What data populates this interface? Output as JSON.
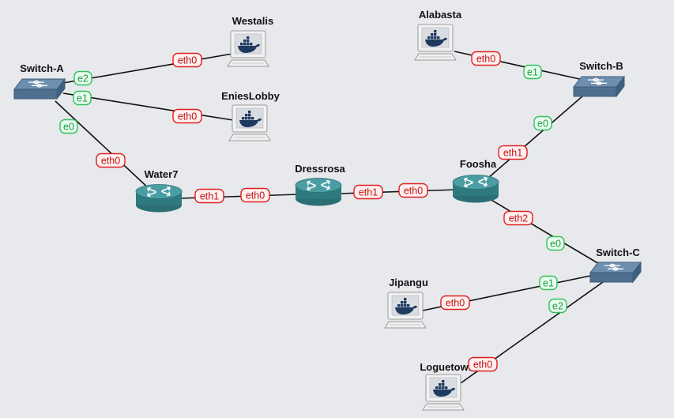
{
  "colors": {
    "background": "#e7e9ec",
    "link": "#111111",
    "eth_border": "#e01f1f",
    "eth_text": "#c41212",
    "eth_fill": "#fff0f0",
    "e_border": "#2fc25b",
    "e_text": "#1a9e45",
    "e_fill": "#eafbef",
    "router": "#3a8a8f",
    "switch": "#6f8fb0"
  },
  "nodes": [
    {
      "id": "switch-a",
      "type": "switch",
      "icon": "switch-icon",
      "label": "Switch-A"
    },
    {
      "id": "westalis",
      "type": "docker-host",
      "icon": "docker-host-icon",
      "label": "Westalis"
    },
    {
      "id": "enieslobby",
      "type": "docker-host",
      "icon": "docker-host-icon",
      "label": "EniesLobby"
    },
    {
      "id": "alabasta",
      "type": "docker-host",
      "icon": "docker-host-icon",
      "label": "Alabasta"
    },
    {
      "id": "switch-b",
      "type": "switch",
      "icon": "switch-icon",
      "label": "Switch-B"
    },
    {
      "id": "water7",
      "type": "router",
      "icon": "router-icon",
      "label": "Water7"
    },
    {
      "id": "dressrosa",
      "type": "router",
      "icon": "router-icon",
      "label": "Dressrosa"
    },
    {
      "id": "foosha",
      "type": "router",
      "icon": "router-icon",
      "label": "Foosha"
    },
    {
      "id": "switch-c",
      "type": "switch",
      "icon": "switch-icon",
      "label": "Switch-C"
    },
    {
      "id": "jipangu",
      "type": "docker-host",
      "icon": "docker-host-icon",
      "label": "Jipangu"
    },
    {
      "id": "loguetown",
      "type": "docker-host",
      "icon": "docker-host-icon",
      "label": "Loguetown"
    }
  ],
  "links": [
    {
      "from": "switch-a",
      "from_port": "e2",
      "to": "westalis",
      "to_port": "eth0"
    },
    {
      "from": "switch-a",
      "from_port": "e1",
      "to": "enieslobby",
      "to_port": "eth0"
    },
    {
      "from": "switch-a",
      "from_port": "e0",
      "to": "water7",
      "to_port": "eth0"
    },
    {
      "from": "water7",
      "from_port": "eth1",
      "to": "dressrosa",
      "to_port": "eth0"
    },
    {
      "from": "dressrosa",
      "from_port": "eth1",
      "to": "foosha",
      "to_port": "eth0"
    },
    {
      "from": "alabasta",
      "from_port": "eth0",
      "to": "switch-b",
      "to_port": "e1"
    },
    {
      "from": "foosha",
      "from_port": "eth1",
      "to": "switch-b",
      "to_port": "e0"
    },
    {
      "from": "foosha",
      "from_port": "eth2",
      "to": "switch-c",
      "to_port": "e0"
    },
    {
      "from": "jipangu",
      "from_port": "eth0",
      "to": "switch-c",
      "to_port": "e1"
    },
    {
      "from": "loguetown",
      "from_port": "eth0",
      "to": "switch-c",
      "to_port": "e2"
    }
  ]
}
